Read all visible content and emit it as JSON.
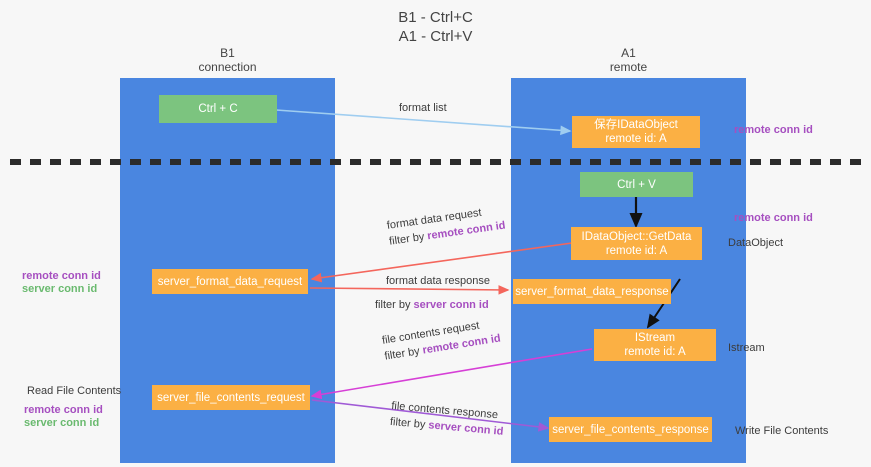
{
  "title": {
    "line1": "B1 - Ctrl+C",
    "line2": "A1 - Ctrl+V"
  },
  "columns": [
    {
      "name": "B1",
      "role": "connection"
    },
    {
      "name": "A1",
      "role": "remote"
    }
  ],
  "colors": {
    "lane": "#4a86e0",
    "green_box": "#7cc47f",
    "orange_box": "#fbb044",
    "purple_text": "#a64fc0",
    "green_text": "#6aba6f",
    "divider": "#2b2b2b",
    "arrow_blue": "#9fcdf0",
    "arrow_black": "#000000",
    "arrow_red": "#f4665c",
    "arrow_magenta": "#d63fd6",
    "arrow_violet": "#a05ad6"
  },
  "boxes": {
    "ctrl_c": "Ctrl + C",
    "ctrl_v": "Ctrl + V",
    "save_dataobject_l1": "保存IDataObject",
    "save_dataobject_l2": "remote id: A",
    "getdata_l1": "IDataObject::GetData",
    "getdata_l2": "remote id: A",
    "istream_l1": "IStream",
    "istream_l2": "remote id: A",
    "server_format_data_request": "server_format_data_request",
    "server_format_data_response": "server_format_data_response",
    "server_file_contents_request": "server_file_contents_request",
    "server_file_contents_response": "server_file_contents_response"
  },
  "arrow_labels": {
    "format_list": "format list",
    "format_data_request": "format data request",
    "format_data_request_filter_prefix": "filter by ",
    "format_data_request_filter_key": "remote conn id",
    "format_data_response": "format data response",
    "format_data_response_filter_prefix": "filter by ",
    "format_data_response_filter_key": "server conn id",
    "file_contents_request": "file contents request",
    "file_contents_request_filter_prefix": "filter by ",
    "file_contents_request_filter_key": "remote conn id",
    "file_contents_response": "file contents response",
    "file_contents_response_filter_prefix": "filter by ",
    "file_contents_response_filter_key": "server conn id"
  },
  "side_labels": {
    "right_remote_conn_id_top": "remote conn id",
    "right_remote_conn_id_mid": "remote conn id",
    "right_dataobject": "DataObject",
    "right_istream": "Istream",
    "right_write_file_contents": "Write File Contents",
    "left_remote_conn_id": "remote conn id",
    "left_server_conn_id": "server conn id",
    "left_read_file_contents": "Read File Contents",
    "left_remote_conn_id_2": "remote conn id",
    "left_server_conn_id_2": "server conn id"
  }
}
